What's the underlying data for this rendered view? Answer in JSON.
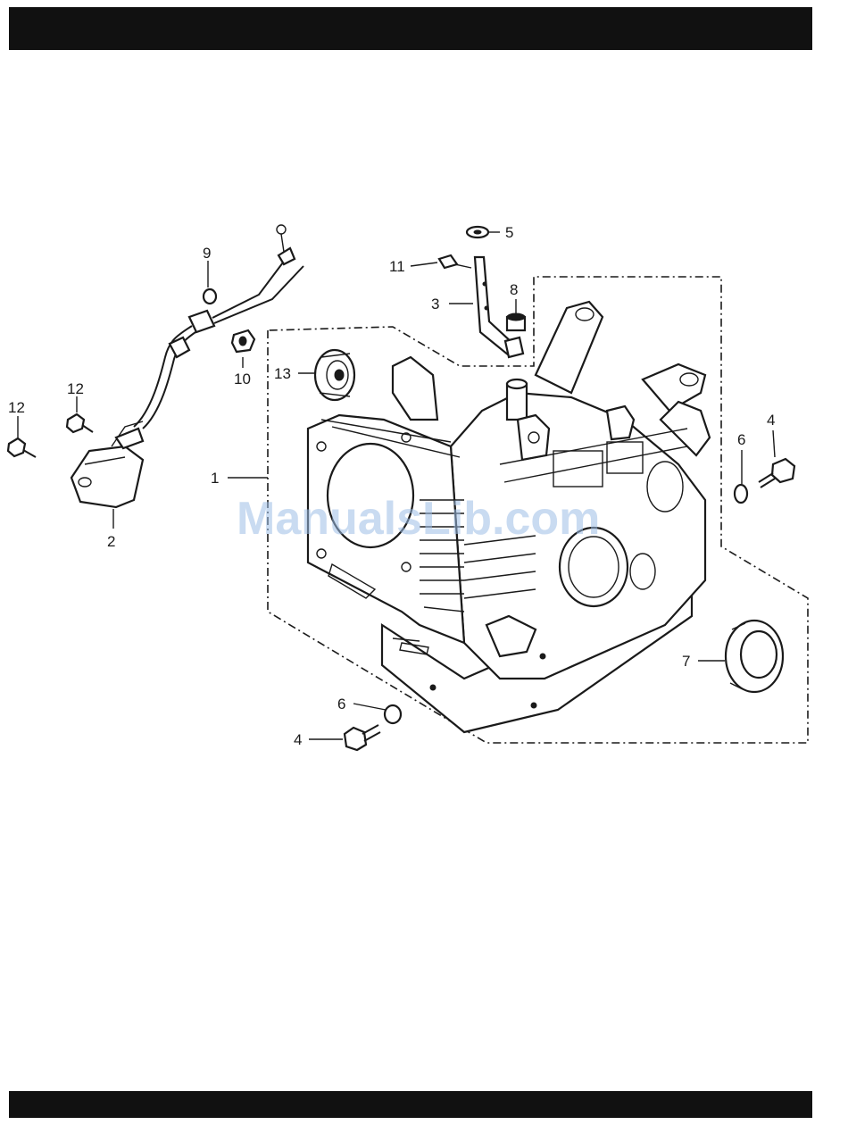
{
  "diagram": {
    "watermark": "ManualsLib.com",
    "callouts": [
      {
        "id": "c1",
        "text": "1"
      },
      {
        "id": "c2",
        "text": "2"
      },
      {
        "id": "c3",
        "text": "3"
      },
      {
        "id": "c4a",
        "text": "4"
      },
      {
        "id": "c4b",
        "text": "4"
      },
      {
        "id": "c5",
        "text": "5"
      },
      {
        "id": "c6a",
        "text": "6"
      },
      {
        "id": "c6b",
        "text": "6"
      },
      {
        "id": "c7",
        "text": "7"
      },
      {
        "id": "c8",
        "text": "8"
      },
      {
        "id": "c9",
        "text": "9"
      },
      {
        "id": "c10",
        "text": "10"
      },
      {
        "id": "c11",
        "text": "11"
      },
      {
        "id": "c12a",
        "text": "12"
      },
      {
        "id": "c12b",
        "text": "12"
      },
      {
        "id": "c13",
        "text": "13"
      }
    ]
  }
}
